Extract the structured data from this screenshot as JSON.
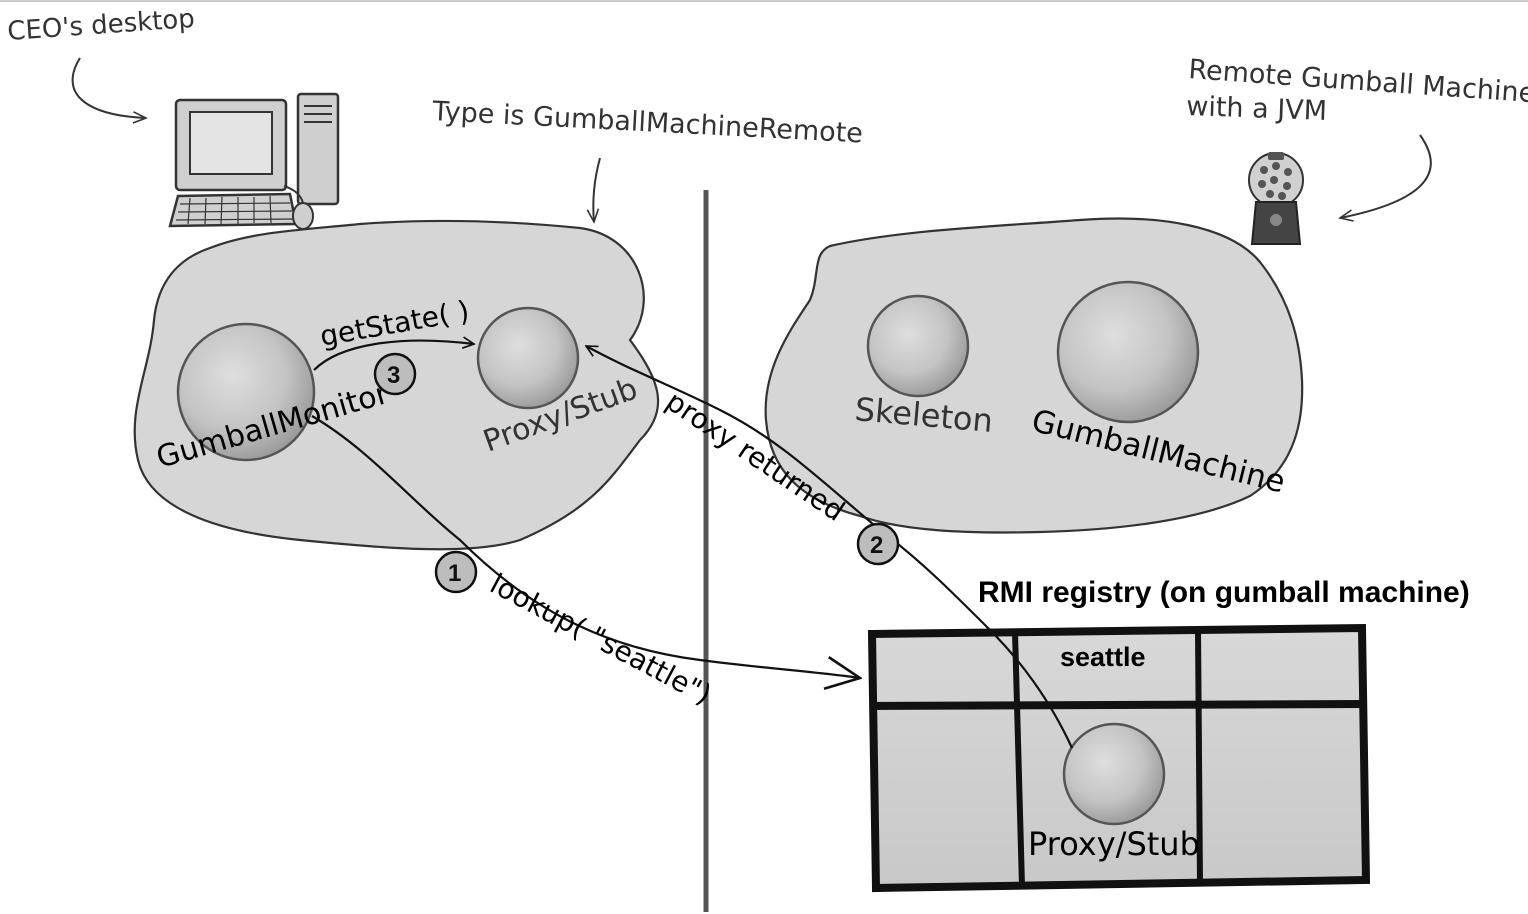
{
  "annotations": {
    "ceo_desktop": "CEO's desktop",
    "type_note": "Type is GumballMachineRemote",
    "remote_line1": "Remote Gumball Machine",
    "remote_line2": "with a JVM"
  },
  "client_heap": {
    "gumball_monitor": "GumballMonitor",
    "proxy_stub": "Proxy/Stub"
  },
  "server_heap": {
    "skeleton": "Skeleton",
    "gumball_machine": "GumballMachine"
  },
  "registry": {
    "title": "RMI registry (on gumball machine)",
    "entry_name": "seattle",
    "entry_object": "Proxy/Stub"
  },
  "steps": [
    {
      "number": "1",
      "label": "lookup( \"seattle\")"
    },
    {
      "number": "2",
      "label": "proxy returned"
    },
    {
      "number": "3",
      "label": "getState( )"
    }
  ]
}
